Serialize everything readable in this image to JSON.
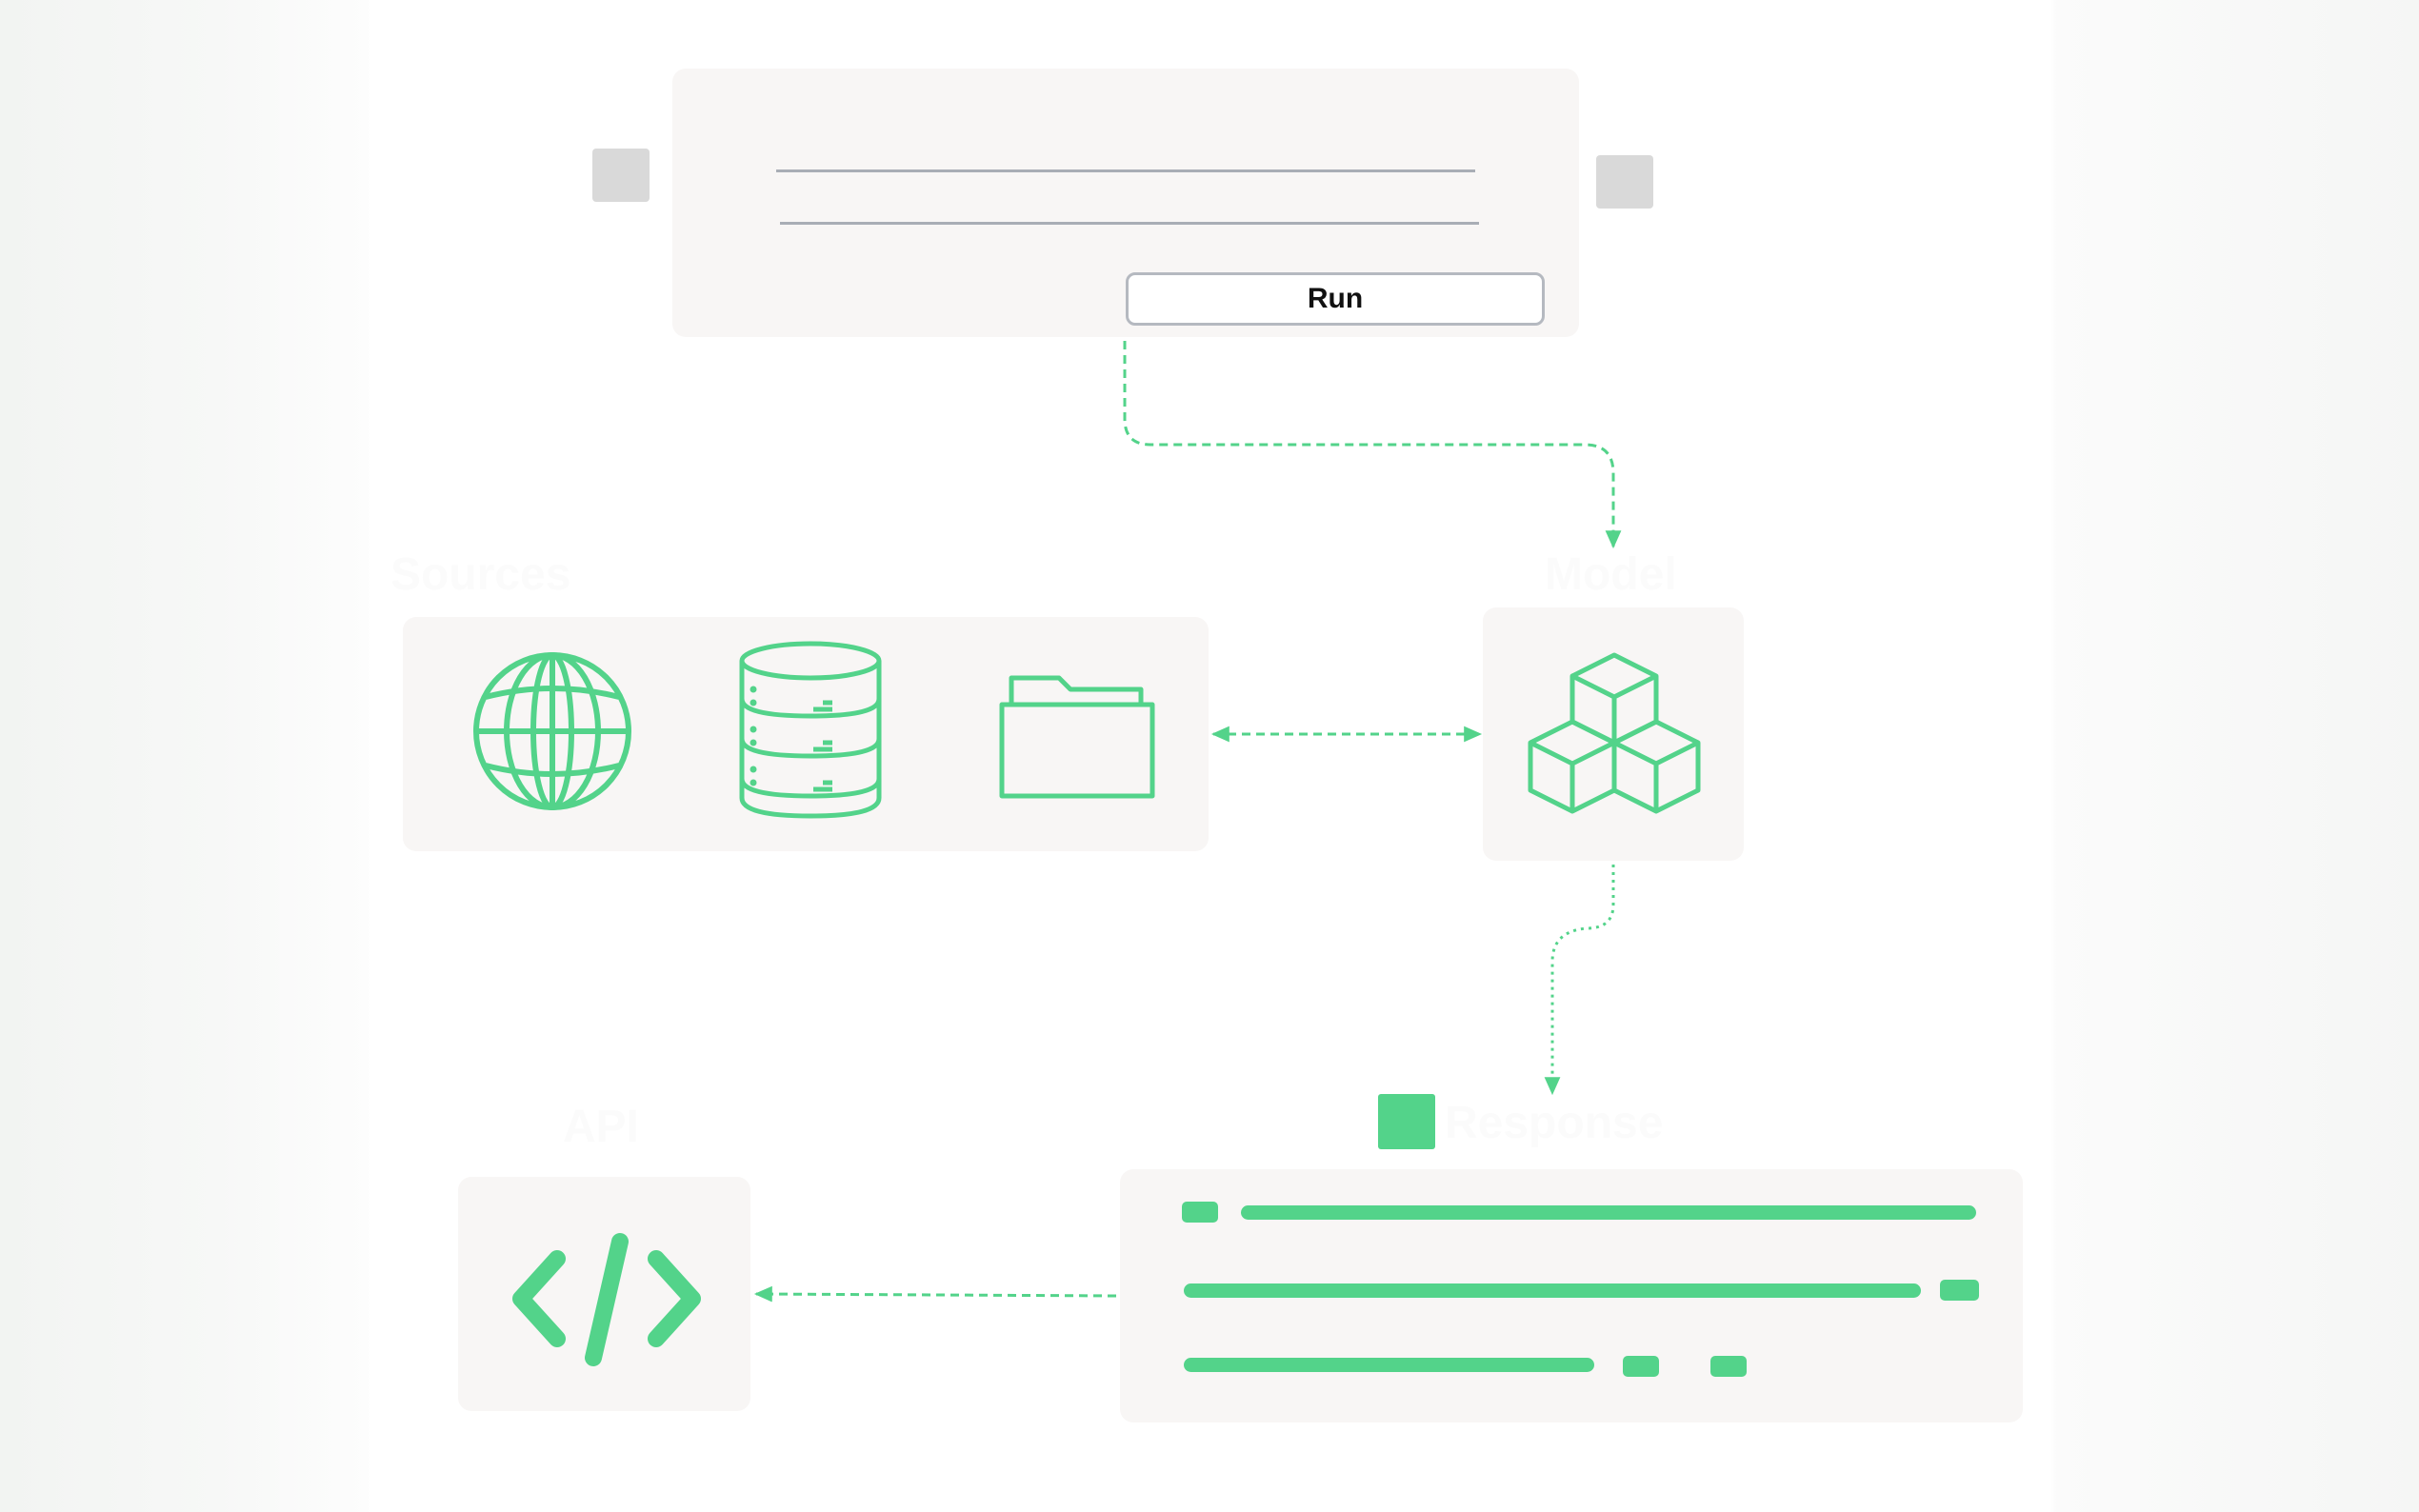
{
  "colors": {
    "accent": "#53d38a",
    "card": "#f8f6f5",
    "placeholder": "#d9d9d9",
    "input_line": "#a9adb5",
    "label_text": "#fbfbfb"
  },
  "prompt": {
    "run_label": "Run"
  },
  "sections": {
    "sources": {
      "title": "Sources",
      "icons": [
        "globe-icon",
        "database-icon",
        "folder-icon"
      ]
    },
    "model": {
      "title": "Model",
      "icons": [
        "cubes-icon"
      ]
    },
    "api": {
      "title": "API",
      "icons": [
        "code-icon"
      ]
    },
    "response": {
      "title": "Response",
      "icons": [
        "status-square-icon"
      ]
    }
  },
  "connectors": [
    {
      "from": "prompt",
      "to": "model",
      "style": "dashed",
      "arrow": "end"
    },
    {
      "from": "sources",
      "to": "model",
      "style": "dashed",
      "arrow": "both"
    },
    {
      "from": "model",
      "to": "response",
      "style": "dotted",
      "arrow": "end"
    },
    {
      "from": "response",
      "to": "api",
      "style": "dashed",
      "arrow": "end"
    }
  ]
}
